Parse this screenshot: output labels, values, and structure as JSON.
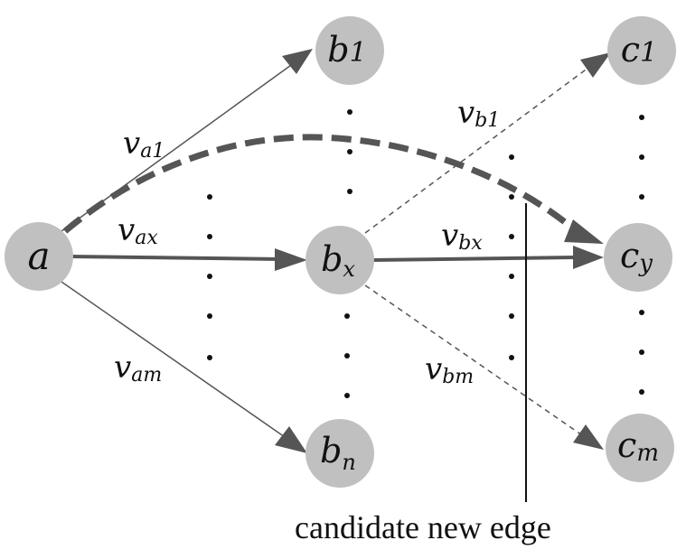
{
  "colors": {
    "node_fill": "#c0c0c0",
    "edge": "#555555",
    "text": "#111111"
  },
  "nodes": {
    "a": {
      "main": "a",
      "sub": ""
    },
    "b1": {
      "main": "b",
      "sub": "1"
    },
    "bx": {
      "main": "b",
      "sub": "x"
    },
    "bn": {
      "main": "b",
      "sub": "n"
    },
    "c1": {
      "main": "c",
      "sub": "1"
    },
    "cy": {
      "main": "c",
      "sub": "y"
    },
    "cm": {
      "main": "c",
      "sub": "m"
    }
  },
  "edge_labels": {
    "a_b1": {
      "main": "v",
      "sub": "a1"
    },
    "a_bx": {
      "main": "v",
      "sub": "ax"
    },
    "a_bn": {
      "main": "v",
      "sub": "am"
    },
    "bx_c1": {
      "main": "v",
      "sub": "b1"
    },
    "bx_cy": {
      "main": "v",
      "sub": "bx"
    },
    "bx_cm": {
      "main": "v",
      "sub": "bm"
    }
  },
  "annotation": {
    "text": "candidate new edge"
  }
}
